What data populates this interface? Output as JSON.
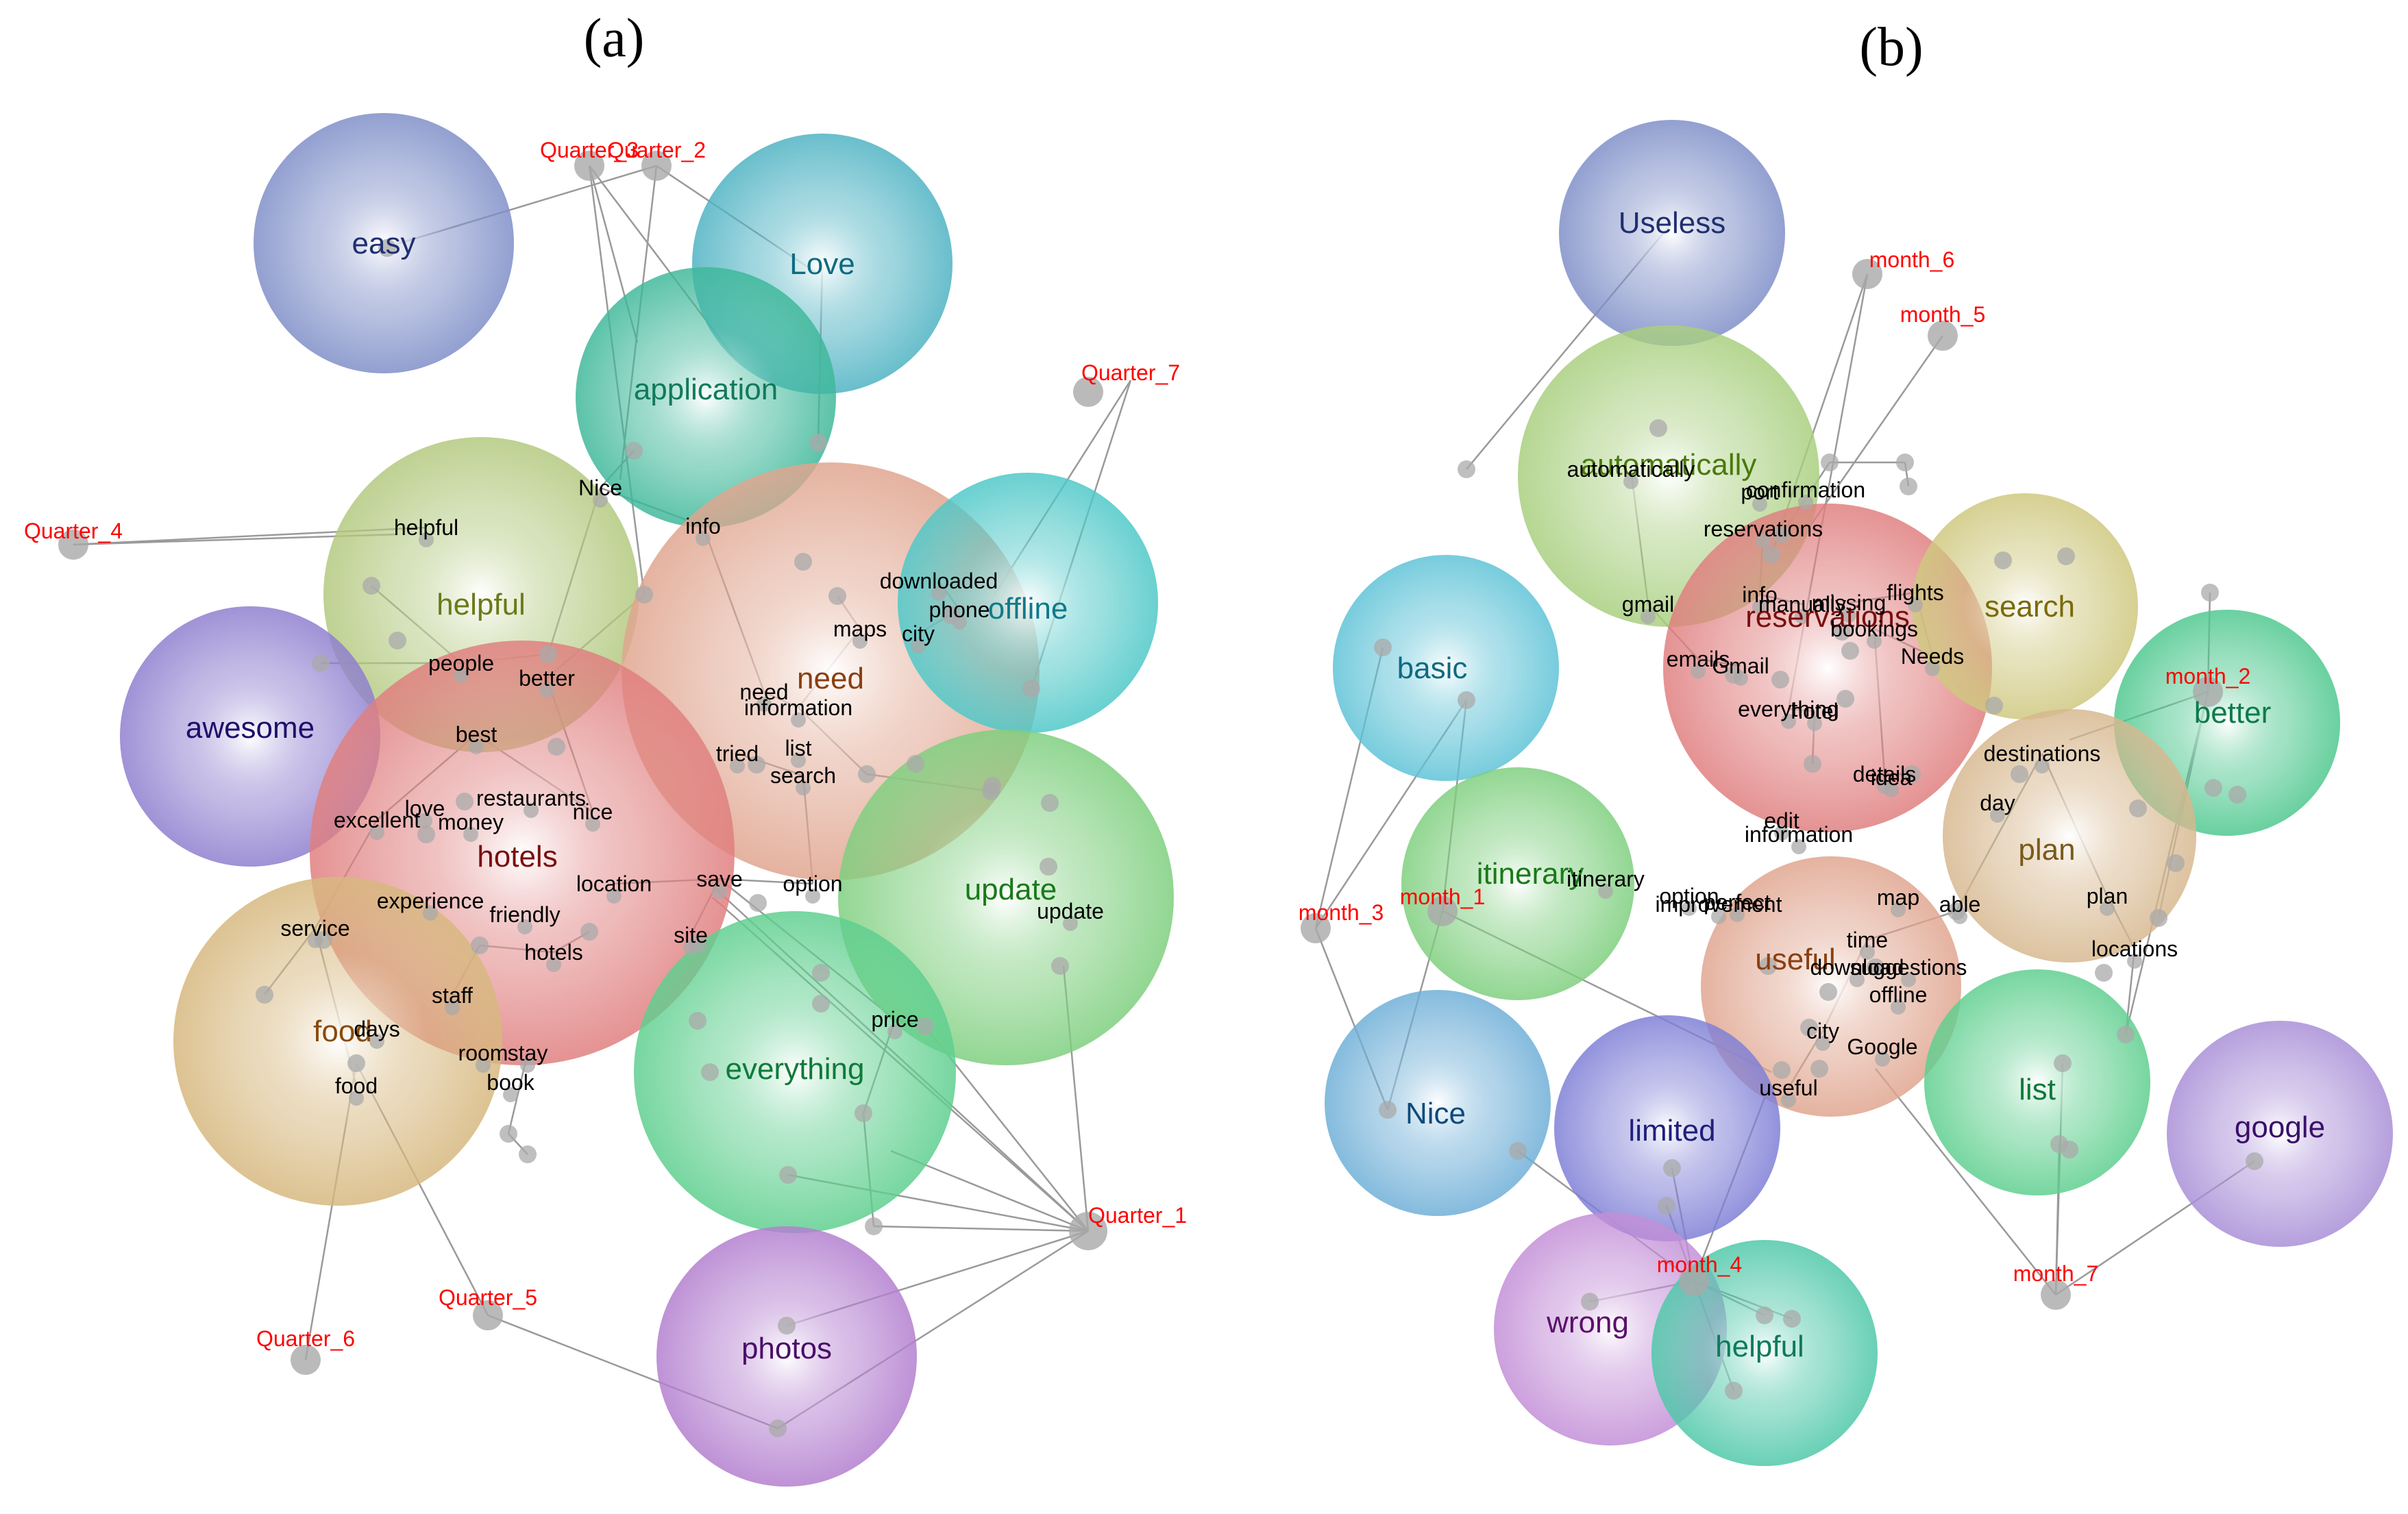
{
  "panels": [
    {
      "title": "(a)",
      "clusters": [
        {
          "label": "easy",
          "color": "#7f8fc8",
          "text": "#1f2f6f"
        },
        {
          "label": "Love",
          "color": "#4fb3c3",
          "text": "#0f6a80"
        },
        {
          "label": "application",
          "color": "#3fb89a",
          "text": "#117a5a"
        },
        {
          "label": "helpful",
          "color": "#b3c97f",
          "text": "#6a7a1a"
        },
        {
          "label": "need",
          "color": "#e0a58f",
          "text": "#8a3f10"
        },
        {
          "label": "offline",
          "color": "#4fc8c8",
          "text": "#0f7a8a"
        },
        {
          "label": "awesome",
          "color": "#8f7fcf",
          "text": "#1f0f6a"
        },
        {
          "label": "hotels",
          "color": "#e07f7f",
          "text": "#7a0f0f"
        },
        {
          "label": "update",
          "color": "#7fcf7f",
          "text": "#1a7a1a"
        },
        {
          "label": "food",
          "color": "#d7b87f",
          "text": "#8a4a0a"
        },
        {
          "label": "everything",
          "color": "#5fcf8f",
          "text": "#0f7a3a"
        },
        {
          "label": "photos",
          "color": "#b37fcf",
          "text": "#4a0f6a"
        }
      ],
      "words": [
        "Nice",
        "helpful",
        "info",
        "downloaded",
        "phone",
        "maps",
        "city",
        "people",
        "better",
        "need",
        "information",
        "best",
        "tried",
        "list",
        "search",
        "restaurants",
        "love",
        "nice",
        "excellent",
        "money",
        "save",
        "option",
        "experience",
        "friendly",
        "location",
        "update",
        "service",
        "hotels",
        "site",
        "staff",
        "price",
        "days",
        "room",
        "stay",
        "food",
        "book"
      ],
      "time_labels": [
        "Quarter_1",
        "Quarter_2",
        "Quarter_3",
        "Quarter_4",
        "Quarter_5",
        "Quarter_6",
        "Quarter_7"
      ]
    },
    {
      "title": "(b)",
      "clusters": [
        {
          "label": "Useless",
          "color": "#7f8fc8",
          "text": "#1f2f6f"
        },
        {
          "label": "automatically",
          "color": "#a9cf7f",
          "text": "#4a7a0a"
        },
        {
          "label": "reservations",
          "color": "#e07f7f",
          "text": "#7a0f0f"
        },
        {
          "label": "search",
          "color": "#cfc87f",
          "text": "#7a6a0a"
        },
        {
          "label": "basic",
          "color": "#5fc3d7",
          "text": "#0f6a80"
        },
        {
          "label": "better",
          "color": "#4fc88f",
          "text": "#0f7a4a"
        },
        {
          "label": "itinerary",
          "color": "#7fcf7f",
          "text": "#1a7a1a"
        },
        {
          "label": "plan",
          "color": "#d7b88f",
          "text": "#7a5a1a"
        },
        {
          "label": "useful",
          "color": "#e0a58f",
          "text": "#8a3f10"
        },
        {
          "label": "Nice",
          "color": "#6fafd7",
          "text": "#0f4a7a"
        },
        {
          "label": "limited",
          "color": "#7f7fd7",
          "text": "#1f1f7a"
        },
        {
          "label": "list",
          "color": "#5fcf8f",
          "text": "#0f7a3a"
        },
        {
          "label": "google",
          "color": "#a98fd7",
          "text": "#3a0f6a"
        },
        {
          "label": "wrong",
          "color": "#c38fd7",
          "text": "#5a0f6a"
        },
        {
          "label": "helpful",
          "color": "#4fc8a9",
          "text": "#0f7a5a"
        }
      ],
      "words": [
        "automatically",
        "confirmation",
        "port",
        "reservations",
        "gmail",
        "info",
        "manually",
        "missing",
        "flights",
        "bookings",
        "emails",
        "Gmail",
        "Needs",
        "everything",
        "hotel",
        "details",
        "idea",
        "destinations",
        "day",
        "information",
        "edit",
        "itinerary",
        "option",
        "perfect",
        "improvement",
        "map",
        "able",
        "plan",
        "time",
        "download",
        "suggestions",
        "offline",
        "locations",
        "city",
        "Google",
        "useful"
      ],
      "time_labels": [
        "month_1",
        "month_2",
        "month_3",
        "month_4",
        "month_5",
        "month_6",
        "month_7"
      ]
    }
  ]
}
